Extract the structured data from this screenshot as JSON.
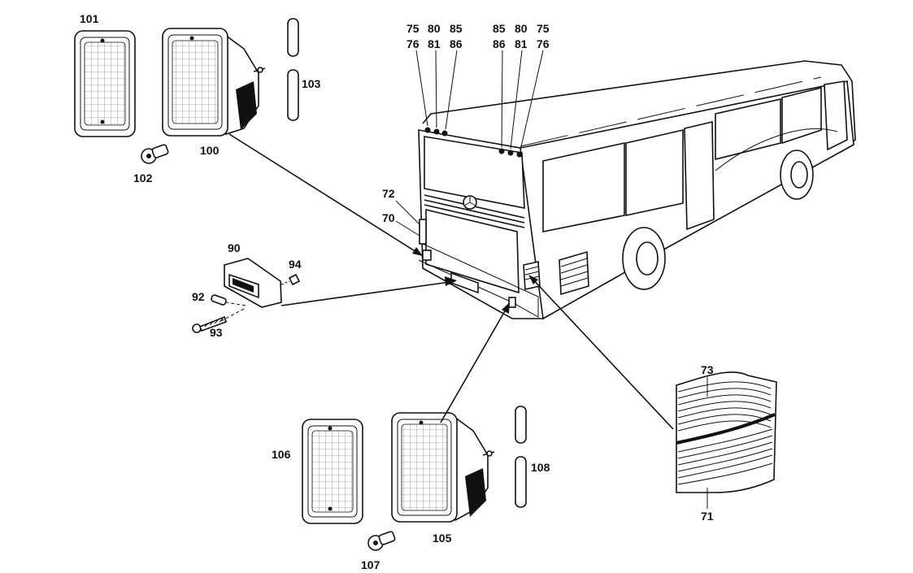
{
  "labels": {
    "l101": "101",
    "l100": "100",
    "l102": "102",
    "l103": "103",
    "l75a": "75",
    "l76a": "76",
    "l80a": "80",
    "l81a": "81",
    "l85a": "85",
    "l86a": "86",
    "l85b": "85",
    "l86b": "86",
    "l80b": "80",
    "l81b": "81",
    "l75b": "75",
    "l76b": "76",
    "l72": "72",
    "l70": "70",
    "l90": "90",
    "l94": "94",
    "l92": "92",
    "l93": "93",
    "l73": "73",
    "l71": "71",
    "l106": "106",
    "l105": "105",
    "l108": "108",
    "l107": "107"
  }
}
